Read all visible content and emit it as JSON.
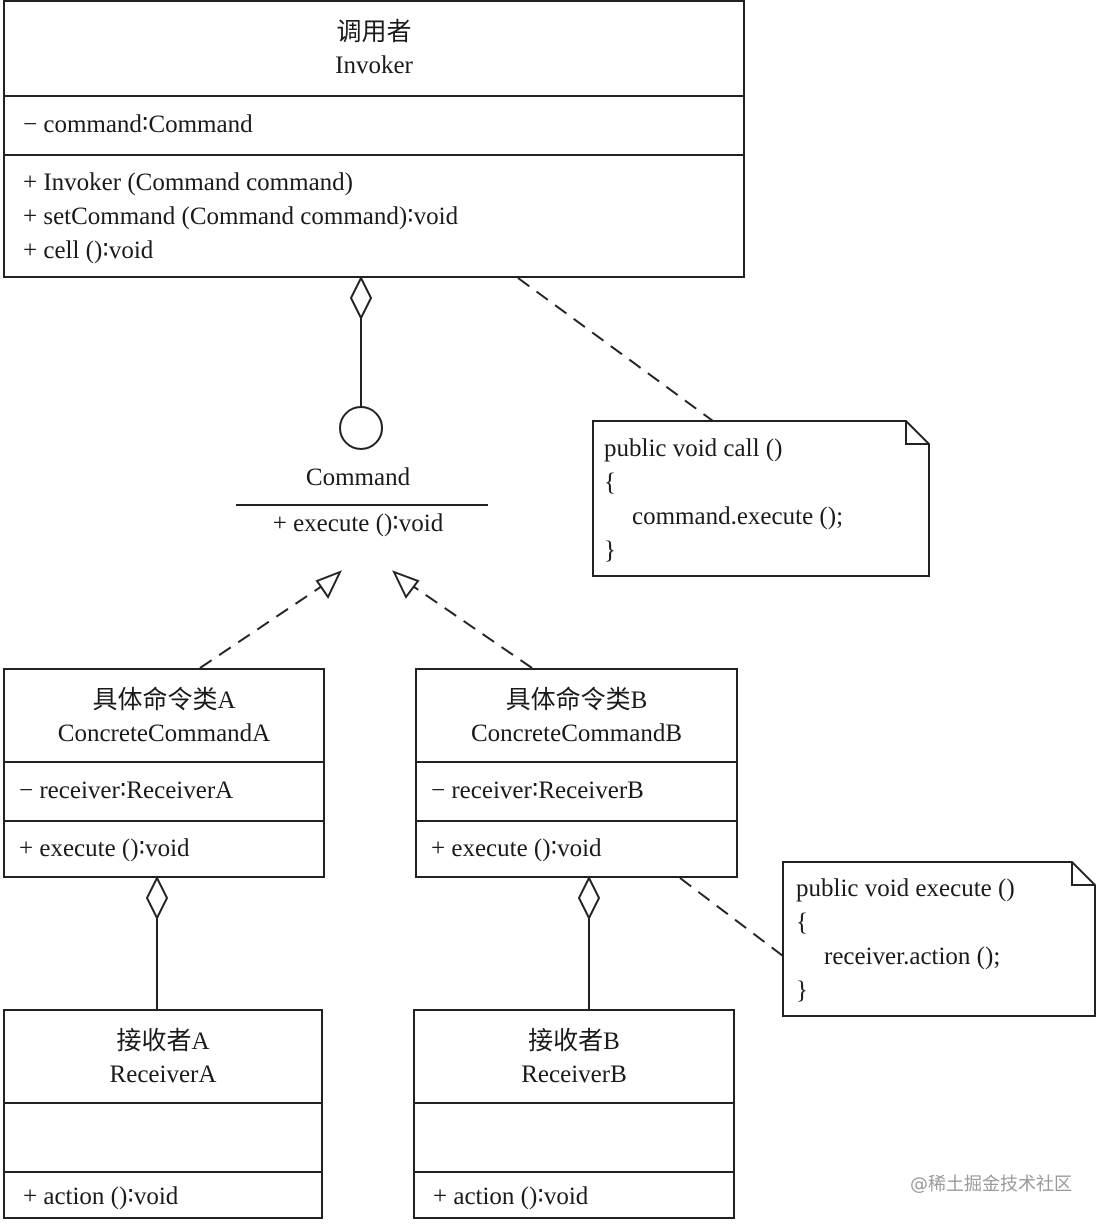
{
  "invoker": {
    "cn": "调用者",
    "en": "Invoker",
    "attributes": [
      "− command∶Command"
    ],
    "methods": [
      "+ Invoker (Command command)",
      "+ setCommand (Command command)∶void",
      "+ cell ()∶void"
    ]
  },
  "command_interface": {
    "name": "Command",
    "method": "+ execute ()∶void"
  },
  "concrete_a": {
    "cn": "具体命令类A",
    "en": "ConcreteCommandA",
    "attribute": "− receiver∶ReceiverA",
    "method": "+ execute ()∶void"
  },
  "concrete_b": {
    "cn": "具体命令类B",
    "en": "ConcreteCommandB",
    "attribute": "− receiver∶ReceiverB",
    "method": "+ execute ()∶void"
  },
  "receiver_a": {
    "cn": "接收者A",
    "en": "ReceiverA",
    "method": "+ action ()∶void"
  },
  "receiver_b": {
    "cn": "接收者B",
    "en": "ReceiverB",
    "method": "+ action ()∶void"
  },
  "note_call": [
    "public void call ()",
    "{",
    "command.execute ();",
    "}"
  ],
  "note_execute": [
    "public void execute ()",
    "{",
    "receiver.action ();",
    "}"
  ],
  "watermark": "@稀土掘金技术社区"
}
